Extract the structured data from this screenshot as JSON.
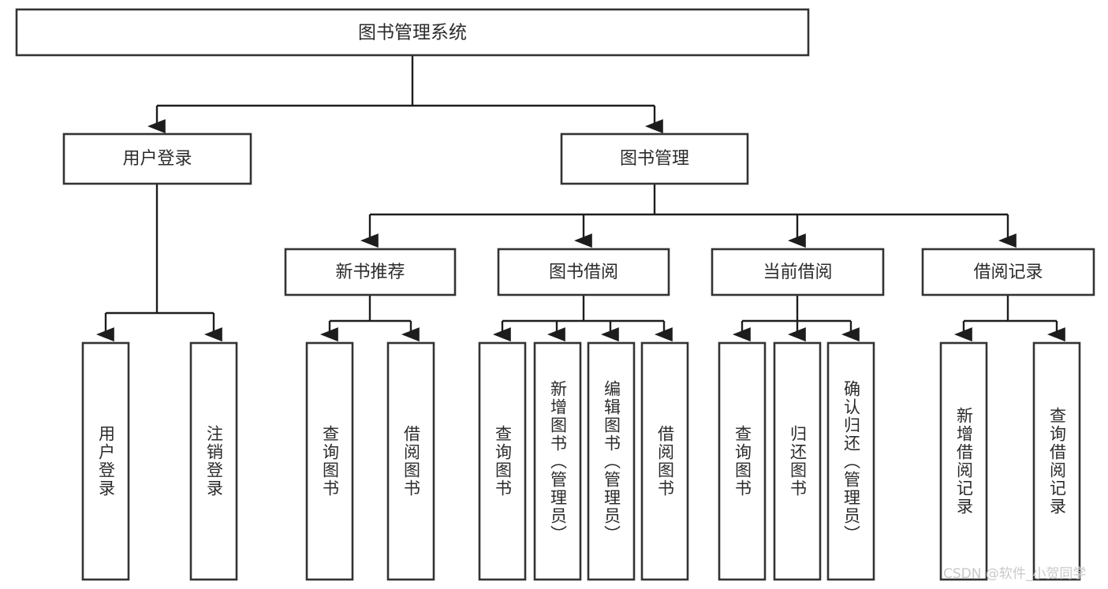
{
  "diagram": {
    "title": "图书管理系统",
    "watermark": "CSDN @软件_小贺同学",
    "stroke_color": "#333333",
    "text_color": "#2b2b2b",
    "background": "#ffffff",
    "type": "hierarchy-tree",
    "root": {
      "label": "图书管理系统"
    },
    "level1": [
      {
        "label": "用户登录"
      },
      {
        "label": "图书管理"
      }
    ],
    "level2": [
      {
        "label": "新书推荐"
      },
      {
        "label": "图书借阅"
      },
      {
        "label": "当前借阅"
      },
      {
        "label": "借阅记录"
      }
    ],
    "leaves": {
      "user_login": [
        {
          "label": "用户登录"
        },
        {
          "label": "注销登录"
        }
      ],
      "new_book_recommend": [
        {
          "label": "查询图书"
        },
        {
          "label": "借阅图书"
        }
      ],
      "book_borrow": [
        {
          "label": "查询图书"
        },
        {
          "label": "新增图书（管理员）"
        },
        {
          "label": "编辑图书（管理员）"
        },
        {
          "label": "借阅图书"
        }
      ],
      "current_borrow": [
        {
          "label": "查询图书"
        },
        {
          "label": "归还图书"
        },
        {
          "label": "确认归还（管理员）"
        }
      ],
      "borrow_record": [
        {
          "label": "新增借阅记录"
        },
        {
          "label": "查询借阅记录"
        }
      ]
    }
  }
}
